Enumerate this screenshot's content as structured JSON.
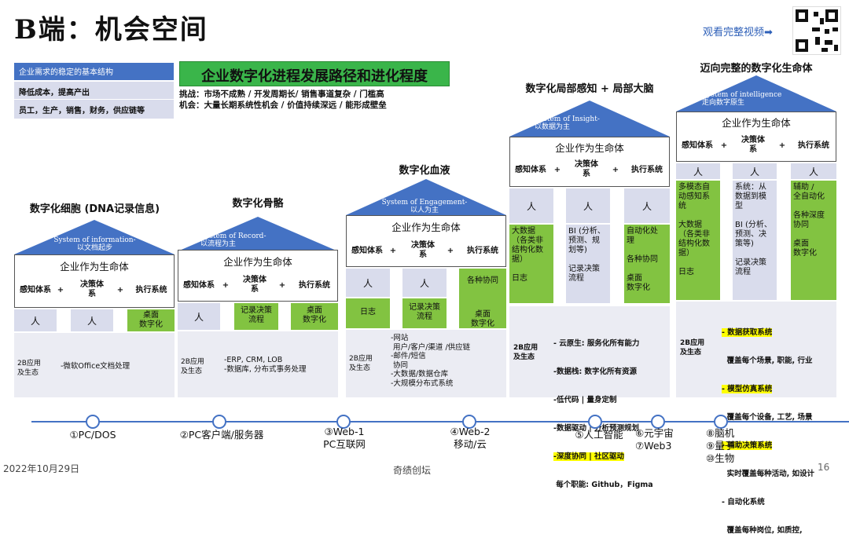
{
  "title": "B端：机会空间",
  "watch_video": "观看完整视频➡",
  "legend": {
    "blue": "企业需求的稳定的基本结构",
    "row1": "降低成本，提高产出",
    "row2": "员工，生产，销售，财务，供应链等"
  },
  "headline": "企业数字化进程发展路径和进化程度",
  "challenge": "挑战：市场不成熟 / 开发周期长/ 销售事道复杂 / 门槛高",
  "opportunity": "机会：大量长期系统性机会 / 价值持续深远 / 能形成壁垒",
  "common": {
    "ent": "企业作为生命体",
    "sense": "感知体系",
    "decide": "决策体\n系",
    "exec": "执行系统",
    "plus": "+",
    "person": "人",
    "eco_label": "2B应用\n及生态"
  },
  "houses": [
    {
      "title": "数字化细胞 (DNA记录信息)",
      "roof": "System of information-\n以文档起步",
      "row1": [
        "",
        "",
        "桌面\n数字化"
      ],
      "eco": "-微软Office文档处理"
    },
    {
      "title": "数字化骨骼",
      "roof": "System of Record-\n以流程为主",
      "row1": [
        "",
        "记录决策\n流程",
        "桌面\n数字化"
      ],
      "eco": "-ERP, CRM, LOB\n-数据库, 分布式事务处理"
    },
    {
      "title": "数字化血液",
      "roof": "System of Engagement-\n以人为主",
      "row0": [
        "",
        "",
        "各种协同"
      ],
      "row1": [
        "日志",
        "记录决策\n流程",
        "桌面\n数字化"
      ],
      "eco": "-网站\n 用户/客户/渠道 /供应链\n-邮件/短信\n 协同\n-大数据/数据仓库\n-大规模分布式系统"
    },
    {
      "title": "数字化局部感知 + 局部大脑",
      "roof": "System of Insight-\n以数据为主",
      "row_a": [
        "大数据\n（各类非\n结构化数\n据）",
        "BI (分析、\n预测、规\n划等)",
        "自动化处\n理\n\n各种协同"
      ],
      "row_b": [
        "日志",
        "记录决策\n流程",
        "桌面\n数字化"
      ],
      "eco": [
        "- 云原生: 服务化所有能力",
        "-数据栈: 数字化所有资源",
        "-低代码 | 量身定制",
        "-数据驱动 | 分析预测规划",
        "-深度协同 | 社区驱动",
        " 每个职能: Github，Figma"
      ]
    },
    {
      "title": "迈向完整的数字化生命体",
      "roof": "System of intelligence\n走向数字原生",
      "row_top": [
        "多模态自\n动感知系\n统",
        "系统：从\n数据到模\n型",
        "辅助 /\n全自动化"
      ],
      "row_a": [
        "大数据\n（各类非\n结构化数\n据）",
        "BI (分析、\n预测、决\n策等)",
        "各种深度\n协同"
      ],
      "row_b": [
        "日志",
        "记录决策\n流程",
        "桌面\n数字化"
      ],
      "eco": [
        "- 数据获取系统",
        "  覆盖每个场景, 职能, 行业",
        "- 模型仿真系统",
        "  覆盖每个设备, 工艺, 场景",
        "- 辅助决策系统",
        "  实时覆盖每种活动, 如设计",
        "- 自动化系统",
        "  覆盖每种岗位, 如质控,"
      ]
    }
  ],
  "timeline": [
    "①PC/DOS",
    "②PC客户端/服务器",
    "③Web-1\nPC互联网",
    "④Web-2\n移动/云",
    "⑤人工智能",
    "⑥元宇宙\n⑦Web3",
    "⑧脑机\n⑨量子\n⑩生物"
  ],
  "footer": {
    "date": "2022年10月29日",
    "brand": "奇绩创坛",
    "page": "16"
  }
}
